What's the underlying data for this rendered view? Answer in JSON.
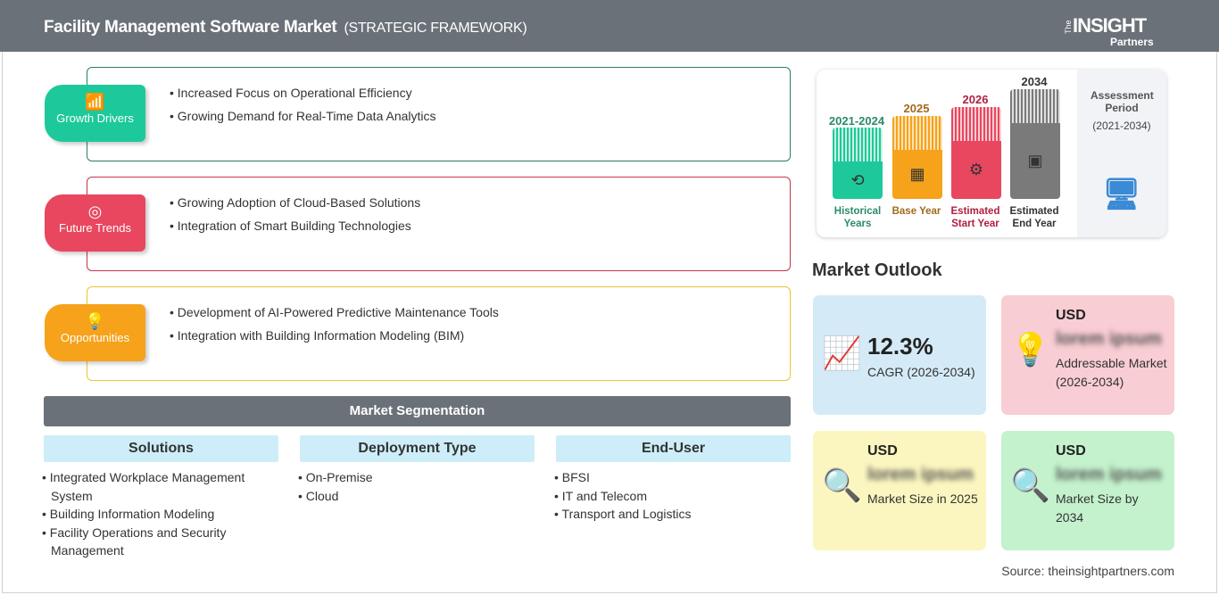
{
  "header": {
    "title": "Facility Management Software Market",
    "subtitle": "(STRATEGIC FRAMEWORK)",
    "logo": {
      "the": "The",
      "insight": "INSIGHT",
      "partners": "Partners"
    }
  },
  "framework": [
    {
      "label": "Growth Drivers",
      "icon": "growth-chart-icon",
      "color": "#1dc99a",
      "border": "#2a7d6a",
      "items": [
        "Increased Focus on Operational Efficiency",
        "Growing Demand for Real-Time Data Analytics"
      ]
    },
    {
      "label": "Future Trends",
      "icon": "target-icon",
      "color": "#e8475f",
      "border": "#c0374c",
      "items": [
        "Growing Adoption of Cloud-Based Solutions",
        "Integration of Smart Building Technologies"
      ]
    },
    {
      "label": "Opportunities",
      "icon": "lightbulb-hand-icon",
      "color": "#f6a21b",
      "border": "#e7c72f",
      "items": [
        "Development of AI-Powered Predictive Maintenance Tools",
        "Integration with Building Information Modeling (BIM)"
      ]
    }
  ],
  "segmentation": {
    "title": "Market Segmentation",
    "columns": [
      {
        "header": "Solutions",
        "items": [
          "Integrated Workplace Management System",
          "Building Information Modeling",
          "Facility Operations and Security Management"
        ]
      },
      {
        "header": "Deployment Type",
        "items": [
          "On-Premise",
          "Cloud"
        ]
      },
      {
        "header": "End-User",
        "items": [
          "BFSI",
          "IT and Telecom",
          "Transport and Logistics"
        ]
      }
    ]
  },
  "timeline": {
    "bars": [
      {
        "year": "2021-2024",
        "label": "Historical Years",
        "color": "#1dc99a",
        "text": "#2a8a6c"
      },
      {
        "year": "2025",
        "label": "Base Year",
        "color": "#f6a21b",
        "text": "#a26a1b"
      },
      {
        "year": "2026",
        "label": "Estimated Start Year",
        "color": "#e8475f",
        "text": "#b02040"
      },
      {
        "year": "2034",
        "label": "Estimated End Year",
        "color": "#7a7a7a",
        "text": "#333333"
      }
    ],
    "assessment": {
      "title": "Assessment Period",
      "range": "(2021-2034)"
    }
  },
  "outlook": {
    "title": "Market Outlook",
    "cagr": {
      "value": "12.3%",
      "label": "CAGR (2026-2034)"
    },
    "cards": [
      {
        "usd": "USD",
        "value": "lorem ipsum",
        "label": "Addressable Market (2026-2034)"
      },
      {
        "usd": "USD",
        "value": "lorem ipsum",
        "label": "Market Size in 2025"
      },
      {
        "usd": "USD",
        "value": "lorem ipsum",
        "label": "Market Size by 2034"
      }
    ]
  },
  "source": "Source: theinsightpartners.com"
}
